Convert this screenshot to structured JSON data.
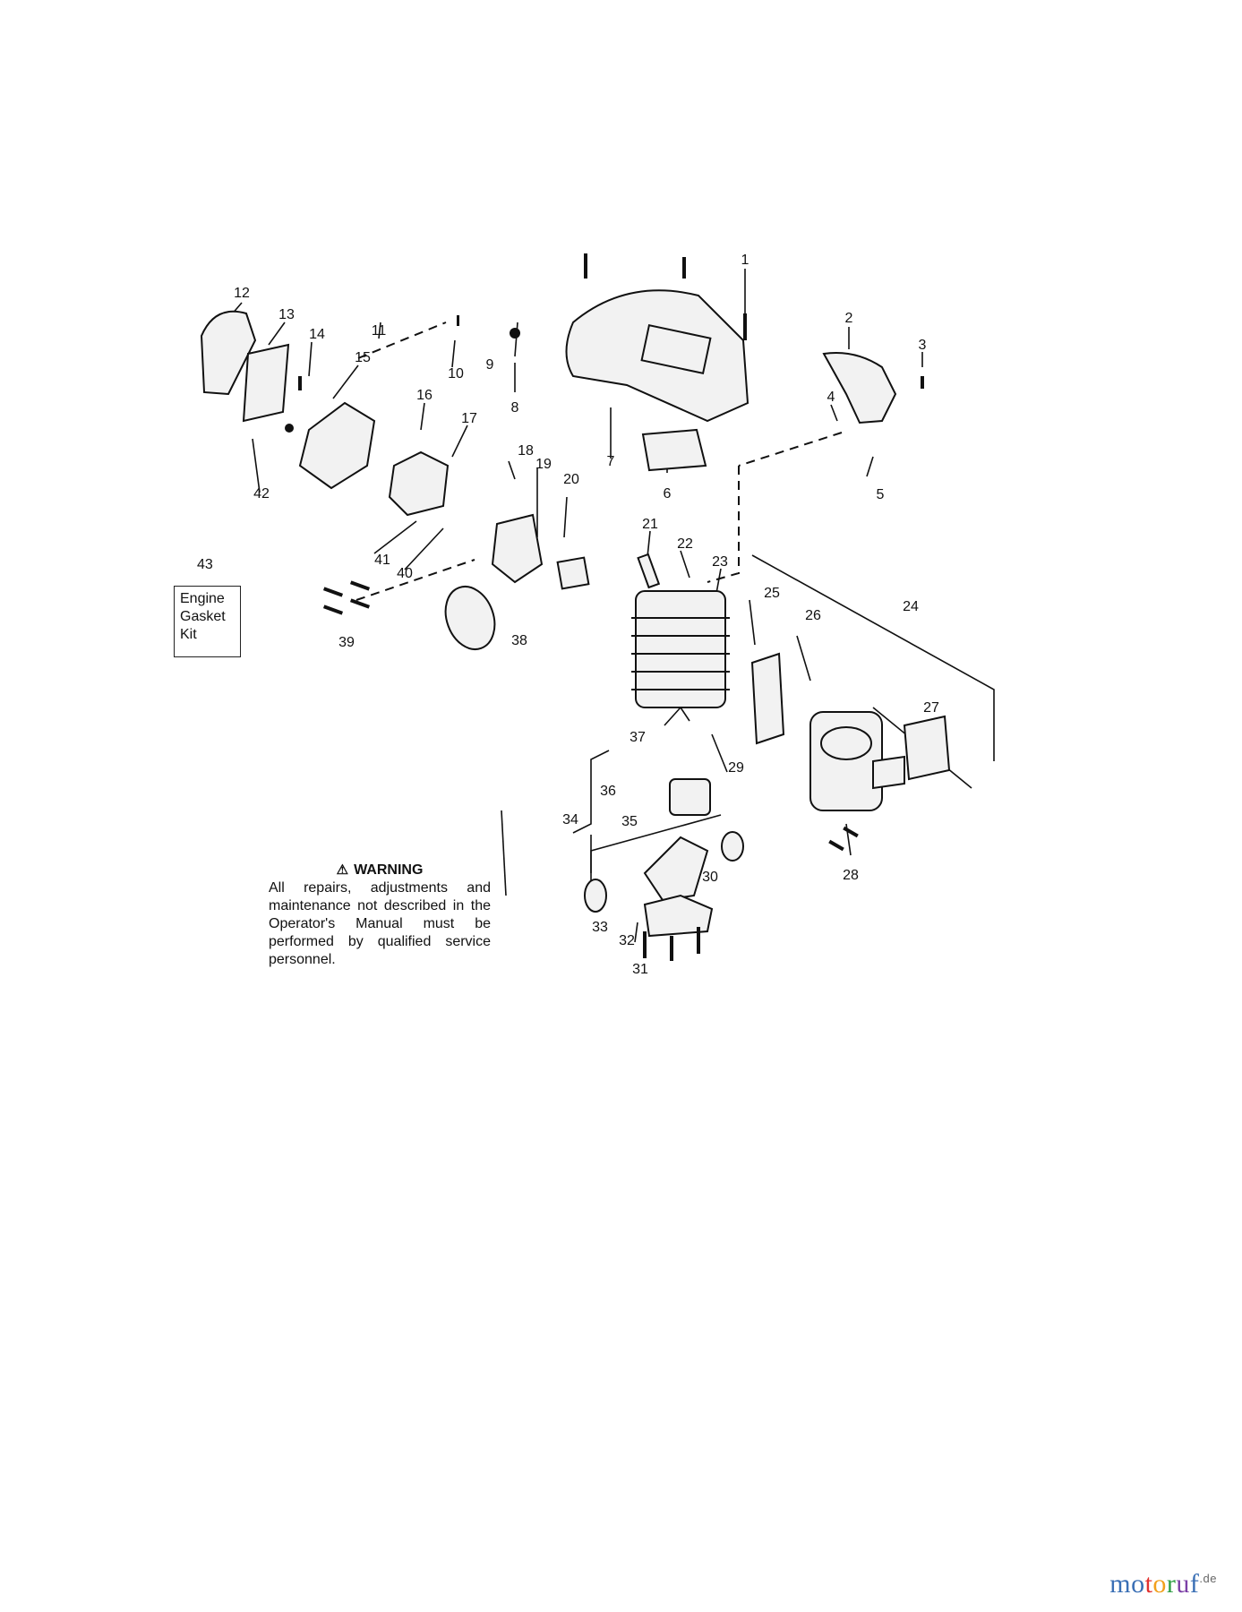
{
  "part_numbers": [
    "1",
    "2",
    "3",
    "4",
    "5",
    "6",
    "7",
    "8",
    "9",
    "10",
    "11",
    "12",
    "13",
    "14",
    "15",
    "16",
    "17",
    "18",
    "19",
    "20",
    "21",
    "22",
    "23",
    "24",
    "25",
    "26",
    "27",
    "28",
    "29",
    "30",
    "31",
    "32",
    "33",
    "34",
    "35",
    "36",
    "37",
    "38",
    "39",
    "40",
    "41",
    "42"
  ],
  "gasket_kit": {
    "number": "43",
    "lines": [
      "Engine",
      "Gasket",
      "Kit"
    ]
  },
  "warning": {
    "title": "WARNING",
    "text": "All repairs, adjustments and maintenance not described in the Operator's Manual must be performed by qualified service personnel."
  },
  "watermark": {
    "letters": [
      "m",
      "o",
      "t",
      "o",
      "r",
      "u",
      "f"
    ],
    "suffix": ".de",
    "colors": [
      "#3a6fb5",
      "#3a6fb5",
      "#e2312f",
      "#f2a01c",
      "#2f9e44",
      "#7b3fa6",
      "#3a6fb5"
    ]
  }
}
